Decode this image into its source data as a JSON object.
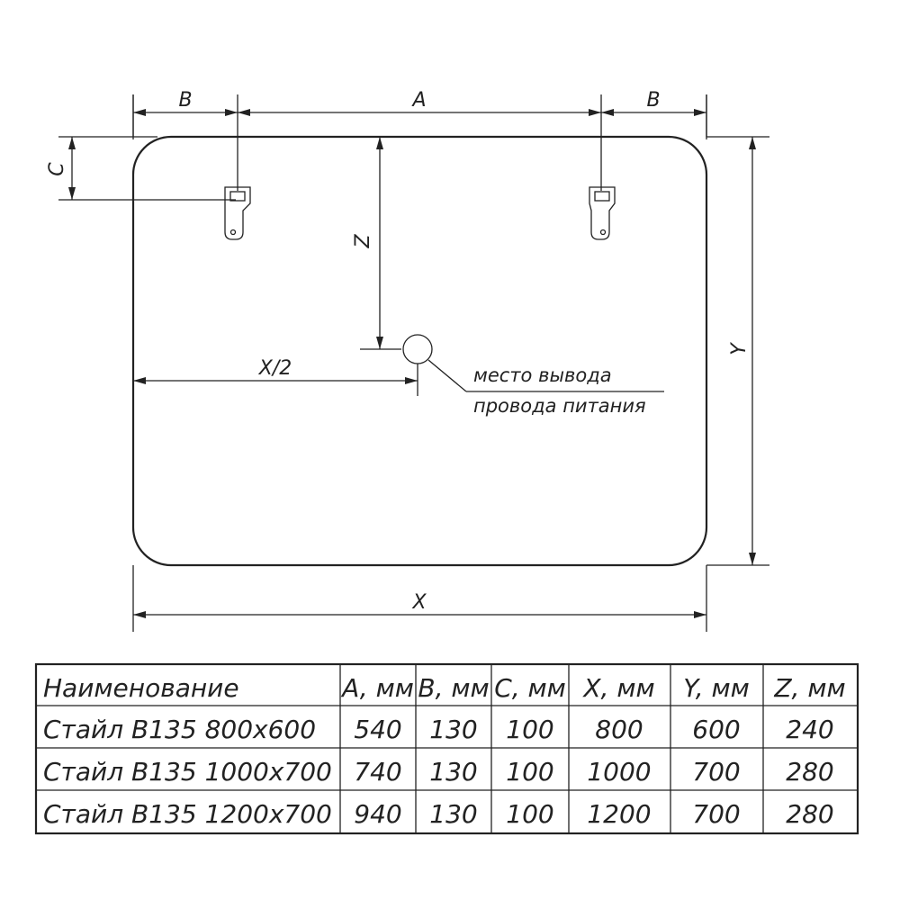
{
  "drawing": {
    "dim_labels": {
      "a": "A",
      "b_left": "B",
      "b_right": "B",
      "c": "C",
      "z": "Z",
      "y": "Y",
      "x_half": "X/2",
      "x": "X"
    },
    "callout": {
      "line1": "место вывода",
      "line2": "провода питания"
    }
  },
  "table": {
    "headers": [
      "Наименование",
      "A, мм",
      "B, мм",
      "C, мм",
      "X, мм",
      "Y, мм",
      "Z, мм"
    ],
    "rows": [
      [
        "Стайл B135 800x600",
        "540",
        "130",
        "100",
        "800",
        "600",
        "240"
      ],
      [
        "Стайл B135 1000x700",
        "740",
        "130",
        "100",
        "1000",
        "700",
        "280"
      ],
      [
        "Стайл B135 1200x700",
        "940",
        "130",
        "100",
        "1200",
        "700",
        "280"
      ]
    ]
  }
}
